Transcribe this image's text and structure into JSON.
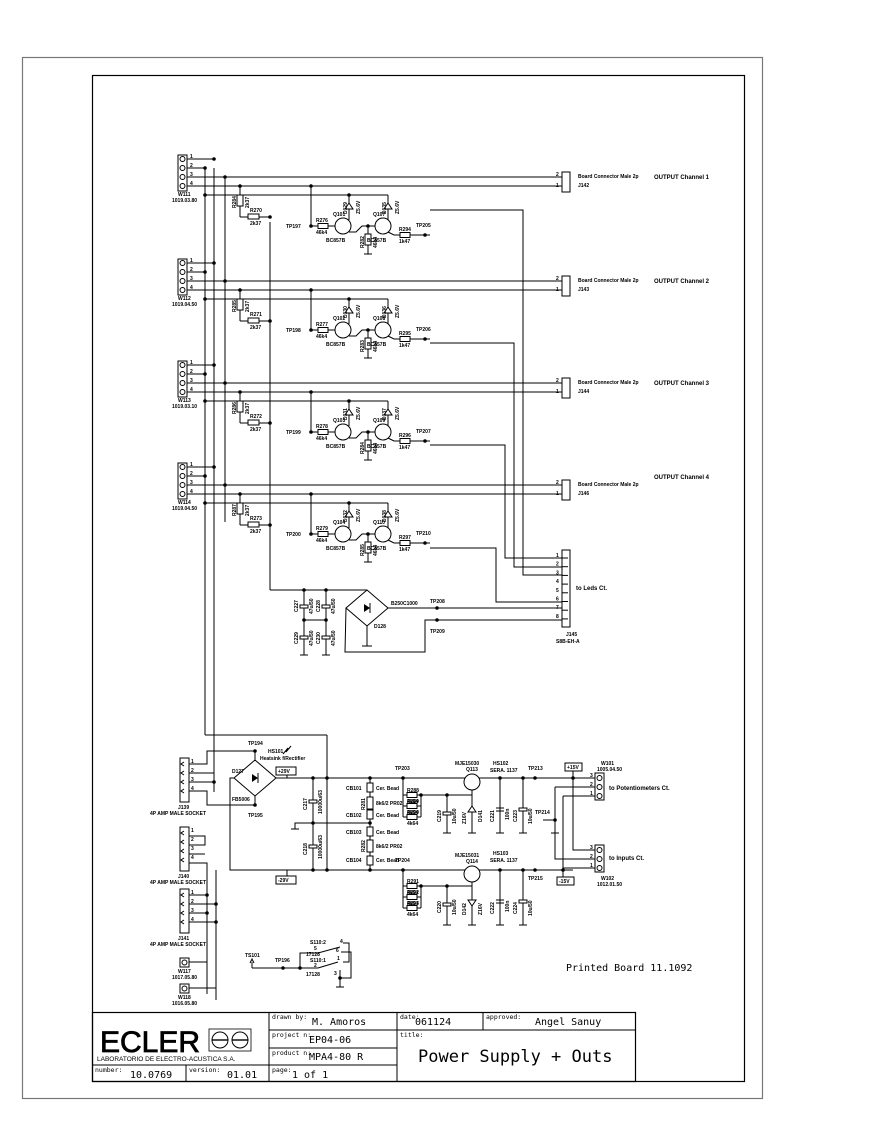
{
  "document": {
    "type": "electrical-schematic",
    "printed_board": "Printed Board 11.1092"
  },
  "title_block": {
    "company_logo": "ECLER",
    "company_name": "LABORATORIO DE ELECTRO-ACUSTICA S.A.",
    "drawn_by_label": "drawn by:",
    "drawn_by": "M. Amoros",
    "date_label": "date:",
    "date": "061124",
    "approved_label": "approved:",
    "approved": "Angel Sanuy",
    "project_label": "project n:",
    "project": "EP04-06",
    "title_label": "title:",
    "title": "Power Supply + Outs",
    "product_label": "product n:",
    "product": "MPA4-80 R",
    "number_label": "number:",
    "number": "10.0769",
    "version_label": "version:",
    "version": "01.01",
    "page_label": "page:",
    "page": "1 of 1"
  },
  "input_connectors": [
    {
      "ref": "W111",
      "part": "1019.03.80"
    },
    {
      "ref": "W112",
      "part": "1019.04.50"
    },
    {
      "ref": "W113",
      "part": "1019.03.10"
    },
    {
      "ref": "W114",
      "part": "1019.04.50"
    }
  ],
  "channels": [
    {
      "tp_in": "TP197",
      "r_in": "R276",
      "r_in_val": "46k4",
      "r_pull": "R284",
      "r_pull_val": "2k37",
      "r_mid": "R270",
      "r_mid_val": "2k37",
      "q1": "Q101",
      "q2": "Q107",
      "q_type": "BC857B",
      "d1": "D129",
      "d2": "D135",
      "d_val": "Z5.6V",
      "r_shunt": "R282",
      "r_shunt_val": "46k4",
      "r_out": "R294",
      "r_out_val": "1k47",
      "tp_out": "TP205"
    },
    {
      "tp_in": "TP198",
      "r_in": "R277",
      "r_in_val": "46k4",
      "r_pull": "R285",
      "r_pull_val": "2k37",
      "r_mid": "R271",
      "r_mid_val": "2k37",
      "q1": "Q102",
      "q2": "Q108",
      "q_type": "BC857B",
      "d1": "D130",
      "d2": "D136",
      "d_val": "Z5.6V",
      "r_shunt": "R283",
      "r_shunt_val": "46k4",
      "r_out": "R295",
      "r_out_val": "1k47",
      "tp_out": "TP206"
    },
    {
      "tp_in": "TP199",
      "r_in": "R278",
      "r_in_val": "46k4",
      "r_pull": "R286",
      "r_pull_val": "2k37",
      "r_mid": "R272",
      "r_mid_val": "2k37",
      "q1": "Q103",
      "q2": "Q109",
      "q_type": "BC857B",
      "d1": "D131",
      "d2": "D137",
      "d_val": "Z5.6V",
      "r_shunt": "R284",
      "r_shunt_val": "46k4",
      "r_out": "R296",
      "r_out_val": "1k47",
      "tp_out": "TP207"
    },
    {
      "tp_in": "TP200",
      "r_in": "R279",
      "r_in_val": "46k4",
      "r_pull": "R287",
      "r_pull_val": "2k37",
      "r_mid": "R273",
      "r_mid_val": "2k37",
      "q1": "Q104",
      "q2": "Q110",
      "q_type": "BC857B",
      "d1": "D132",
      "d2": "D138",
      "d_val": "Z5.6V",
      "r_shunt": "R285",
      "r_shunt_val": "46k4",
      "r_out": "R297",
      "r_out_val": "1k47",
      "tp_out": "TP210"
    }
  ],
  "output_connectors": [
    {
      "desc": "Board Connector Male 2p",
      "ref": "J142",
      "label": "OUTPUT Channel 1"
    },
    {
      "desc": "Board Connector Male 2p",
      "ref": "J143",
      "label": "OUTPUT Channel 2"
    },
    {
      "desc": "Board Connector Male 2p",
      "ref": "J144",
      "label": "OUTPUT Channel 3"
    },
    {
      "desc": "Board Connector Male 2p",
      "ref": "J146",
      "label": "OUTPUT Channel 4"
    }
  ],
  "pin_labels": {
    "p1": "1",
    "p2": "2",
    "p3": "3",
    "p4": "4",
    "p5": "5",
    "p6": "6",
    "p7": "7",
    "p8": "8"
  },
  "led_connector": {
    "ref": "J145",
    "part": "S8B-EH-A",
    "label": "to Leds Ct."
  },
  "led_supply": {
    "bridge": "B250C1000",
    "bridge_ref": "D128",
    "caps": [
      {
        "ref": "C227",
        "val": "47u/50"
      },
      {
        "ref": "C228",
        "val": "47u/50"
      },
      {
        "ref": "C229",
        "val": "47u/50"
      },
      {
        "ref": "C230",
        "val": "47u/50"
      }
    ],
    "tp_a": "TP208",
    "tp_b": "TP209"
  },
  "power_supply": {
    "tp194": "TP194",
    "tp195": "TP195",
    "heatsink": "HS101",
    "heatsink_desc": "Heatsink f/Rectifier",
    "bridge_ref": "D127",
    "bridge": "FB5006",
    "pos_rail": "+29V",
    "neg_rail": "-29V",
    "c217": "C217",
    "c217_val": "10000u/63",
    "c218": "C218",
    "c218_val": "10000u/63",
    "beads": [
      {
        "ref": "CB101",
        "val": "Cer. Bead"
      },
      {
        "ref": "CB102",
        "val": "Cer. Bead"
      },
      {
        "ref": "CB103",
        "val": "Cer. Bead"
      },
      {
        "ref": "CB104",
        "val": "Cer. Bead"
      }
    ],
    "r281": "R281",
    "r282": "R282",
    "r_bead_val": "8k6/2 PR02",
    "tp203": "TP203",
    "tp204": "TP204",
    "r_pos": [
      {
        "ref": "R288",
        "val": "4k64"
      },
      {
        "ref": "R289",
        "val": "4k64"
      },
      {
        "ref": "R290",
        "val": "4k64"
      }
    ],
    "r_neg": [
      {
        "ref": "R291",
        "val": "4k64"
      },
      {
        "ref": "R292",
        "val": "4k64"
      },
      {
        "ref": "R293",
        "val": "4k64"
      }
    ],
    "c219": "C219",
    "c219_val": "10u/50",
    "c220": "C220",
    "c220_val": "10u/50",
    "q113": "Q113",
    "q113_type": "MJE15030",
    "q114": "Q114",
    "q114_type": "MJE15031",
    "d141": "D141",
    "d141_val": "Z16V",
    "d142": "D142",
    "d142_val": "Z16V",
    "hs102": "HS102",
    "hs103": "HS103",
    "hs_part": "SERA. 1137",
    "c221": "C221",
    "c221_val": "100n",
    "c222": "C222",
    "c222_val": "100n",
    "c223": "C223",
    "c223_val": "10u/50",
    "c224": "C224",
    "c224_val": "10u/50",
    "tp213": "TP213",
    "tp214": "TP214",
    "tp215": "TP215",
    "pos_out": "+15V",
    "neg_out": "-15V",
    "w101": "W101",
    "w101_part": "1005.04.50",
    "w101_label": "to Potentiometers Ct.",
    "w102": "W102",
    "w102_part": "1012.01.50",
    "w102_label": "to Inputs Ct."
  },
  "amp_sockets": [
    {
      "ref": "J139",
      "desc": "4P AMP MALE SOCKET"
    },
    {
      "ref": "J140",
      "desc": "4P AMP MALE SOCKET"
    },
    {
      "ref": "J141",
      "desc": "4P AMP MALE SOCKET"
    }
  ],
  "misc": {
    "w117": "W117",
    "w117_part": "1017.05.80",
    "w118": "W118",
    "w118_part": "1016.05.80",
    "ts101": "TS101",
    "tp196": "TP196",
    "s110_2": "S110:2",
    "s110_1": "S110:1",
    "switch_part": "17128"
  }
}
